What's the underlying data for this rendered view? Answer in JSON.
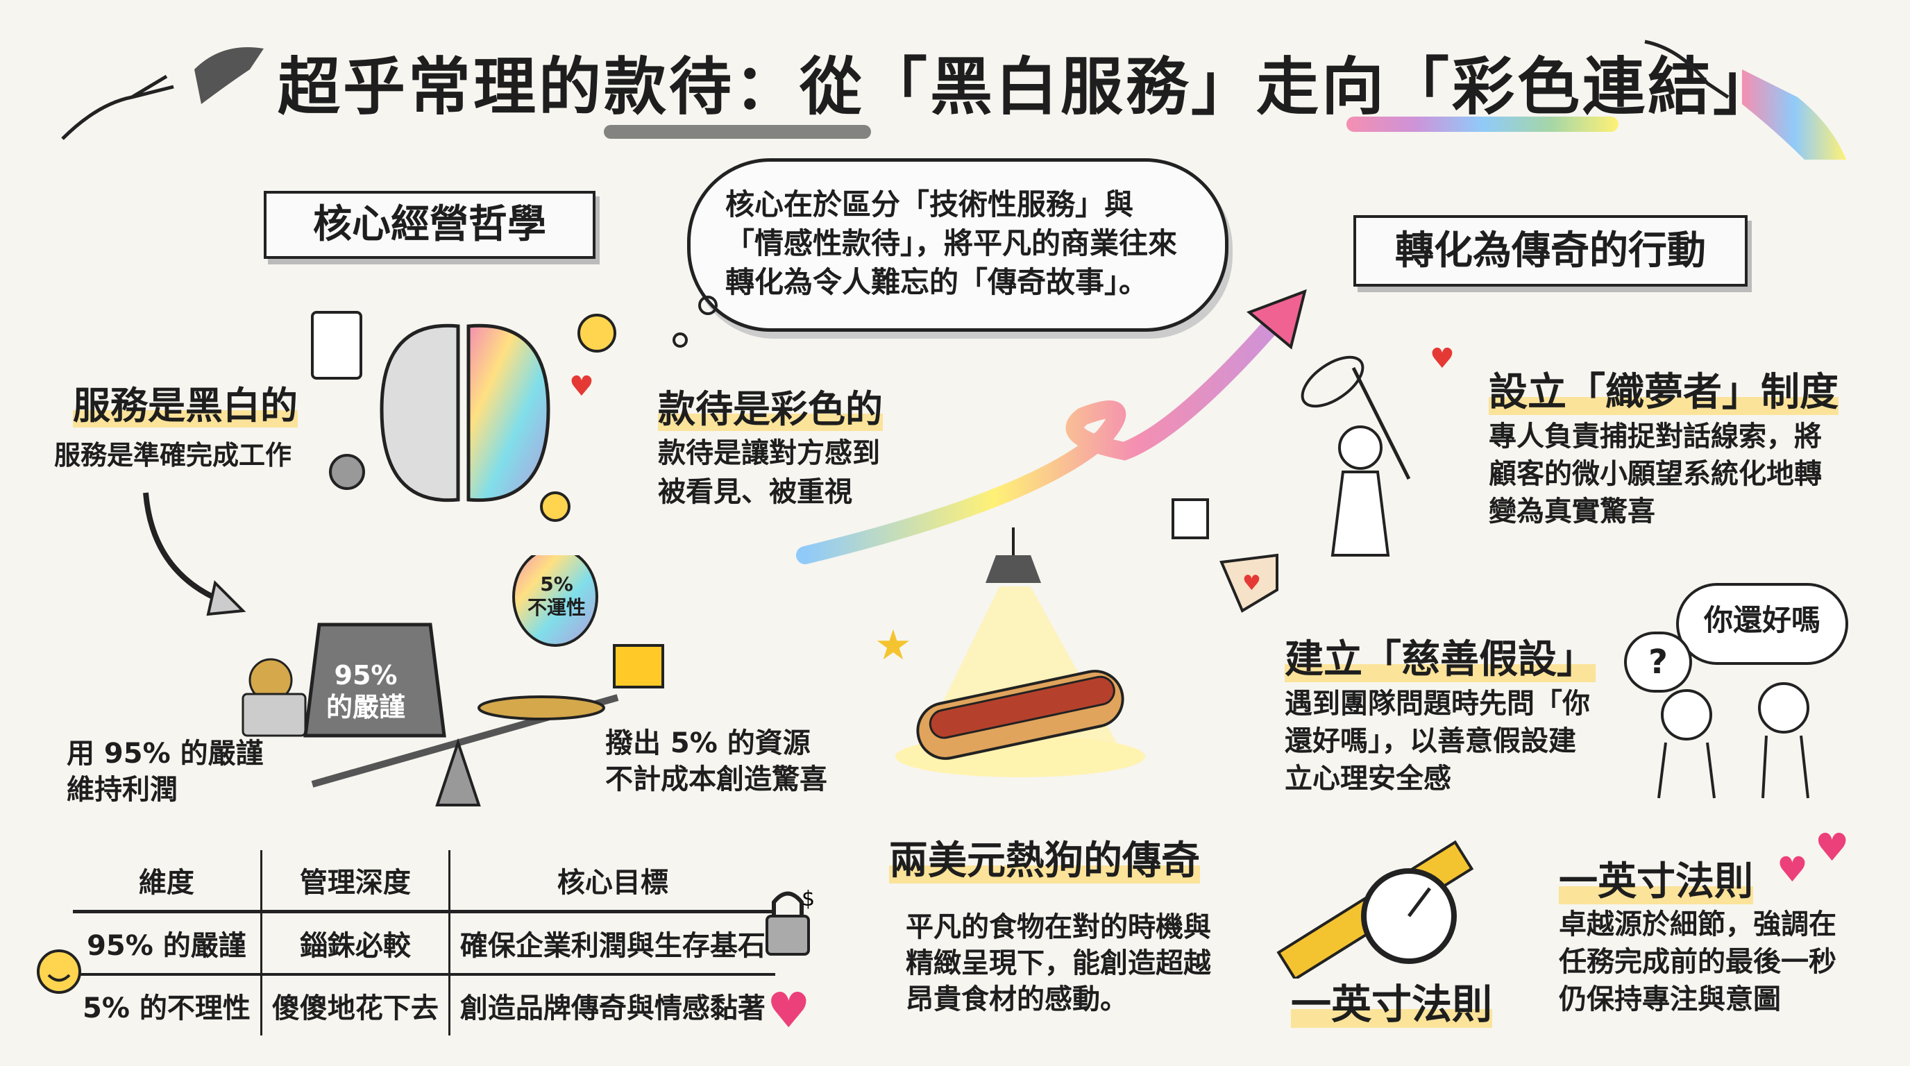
{
  "title": {
    "prefix": "超乎常理的款待：從",
    "bw": "「黑白服務」",
    "mid": "走向",
    "color": "「彩色連結」"
  },
  "philosophy": {
    "banner": "核心經營哲學",
    "thought": "核心在於區分「技術性服務」與「情感性款待」，將平凡的商業往來轉化為令人難忘的「傳奇故事」。",
    "service_heading": "服務是黑白的",
    "service_text": "服務是準確完成工作",
    "hospitality_heading": "款待是彩色的",
    "hospitality_text": "款待是讓對方感到\n被看見、被重視",
    "weight_label": "95%\n的嚴謹",
    "balloon_label": "5%\n不運性",
    "left_caption": "用 95% 的嚴謹\n維持利潤",
    "right_caption": "撥出 5% 的資源\n不計成本創造驚喜"
  },
  "table": {
    "headers": [
      "維度",
      "管理深度",
      "核心目標"
    ],
    "rows": [
      [
        "95% 的嚴謹",
        "錙銖必較",
        "確保企業利潤與生存基石"
      ],
      [
        "5% 的不理性",
        "傻傻地花下去",
        "創造品牌傳奇與情感黏著"
      ]
    ]
  },
  "hotdog": {
    "heading": "兩美元熱狗的傳奇",
    "text": "平凡的食物在對的時機與\n精緻呈現下，能創造超越\n昂貴食材的感動。"
  },
  "actions": {
    "banner": "轉化為傳奇的行動",
    "dreamweaver": {
      "heading": "設立「織夢者」制度",
      "text": "專人負責捕捉對話線索，將\n顧客的微小願望系統化地轉\n變為真實驚喜"
    },
    "charity": {
      "heading": "建立「慈善假設」",
      "text": "遇到團隊問題時先問「你\n還好嗎」，以善意假設建\n立心理安全感",
      "bubble": "你還好嗎",
      "question": "?"
    },
    "inch_label": "一英寸法則",
    "inch": {
      "heading": "一英寸法則",
      "text": "卓越源於細節，強調在\n任務完成前的最後一秒\n仍保持專注與意圖"
    }
  },
  "colors": {
    "background": "#f6f5f0",
    "highlight": "#fbe39a",
    "ink": "#1e1e1e"
  }
}
